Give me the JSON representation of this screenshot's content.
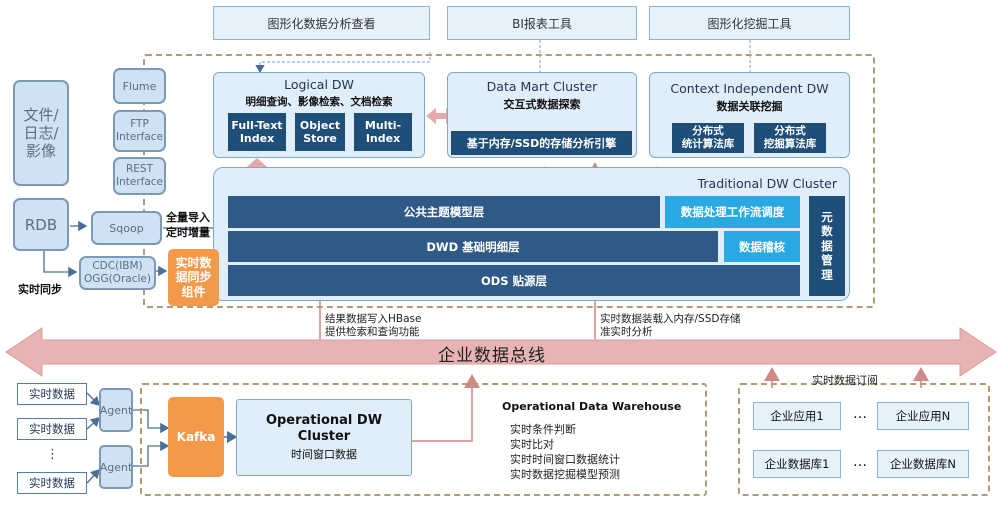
{
  "top_tools": [
    "图形化数据分析查看",
    "BI报表工具",
    "图形化挖掘工具"
  ],
  "logical_dw": {
    "title": "Logical DW",
    "subtitle": "明细查询、影像检索、文档检索",
    "boxes": [
      "Full-Text\nIndex",
      "Object\nStore",
      "Multi-\nIndex"
    ]
  },
  "data_mart": {
    "title": "Data Mart Cluster",
    "subtitle": "交互式数据探索",
    "engine": "基于内存/SSD的存储分析引擎"
  },
  "context_dw": {
    "title": "Context Independent DW",
    "subtitle": "数据关联挖掘",
    "boxes": [
      "分布式\n统计算法库",
      "分布式\n挖掘算法库"
    ]
  },
  "traditional_dw": {
    "title": "Traditional DW Cluster",
    "layers": [
      "公共主题模型层",
      "DWD 基础明细层",
      "ODS 贴源层"
    ],
    "side": [
      "数据处理工作流调度",
      "数据稽核"
    ],
    "metadata": "元\n数\n据\n管\n理"
  },
  "sources": {
    "file": "文件/\n日志/\n影像",
    "rdb": "RDB",
    "flume": "Flume",
    "ftp": "FTP\nInterface",
    "rest": "REST\nInterface",
    "sqoop": "Sqoop",
    "cdc": "CDC(IBM)\nOGG(Oracle)",
    "load_note": "全量导入\n定时增量",
    "sync_note": "实时同步",
    "sync_component": "实时数\n据同步\n组件"
  },
  "bus": {
    "label": "企业数据总线",
    "note_left": "结果数据写入HBase\n提供检索和查询功能",
    "note_right": "实时数据装载入内存/SSD存储\n准实时分析",
    "subscribe": "实时数据订阅"
  },
  "realtime": {
    "data": [
      "实时数据",
      "实时数据",
      "实时数据"
    ],
    "dots": "⋮",
    "agent": "Agent",
    "kafka": "Kafka",
    "odw_title": "Operational DW\nCluster",
    "odw_sub": "时间窗口数据",
    "odw_heading": "Operational Data Warehouse",
    "odw_items": [
      "实时条件判断",
      "实时比对",
      "实时时间窗口数据统计",
      "实时数据挖掘模型预测"
    ]
  },
  "enterprise": {
    "apps": [
      "企业应用1",
      "企业应用N"
    ],
    "dbs": [
      "企业数据库1",
      "企业数据库N"
    ],
    "ellipsis": "…"
  },
  "colors": {
    "navy": "#1f4e79",
    "cyan": "#29a9e1",
    "orange": "#f39a4a",
    "pink": "#e4a6a6",
    "light": "#dfeefa"
  }
}
